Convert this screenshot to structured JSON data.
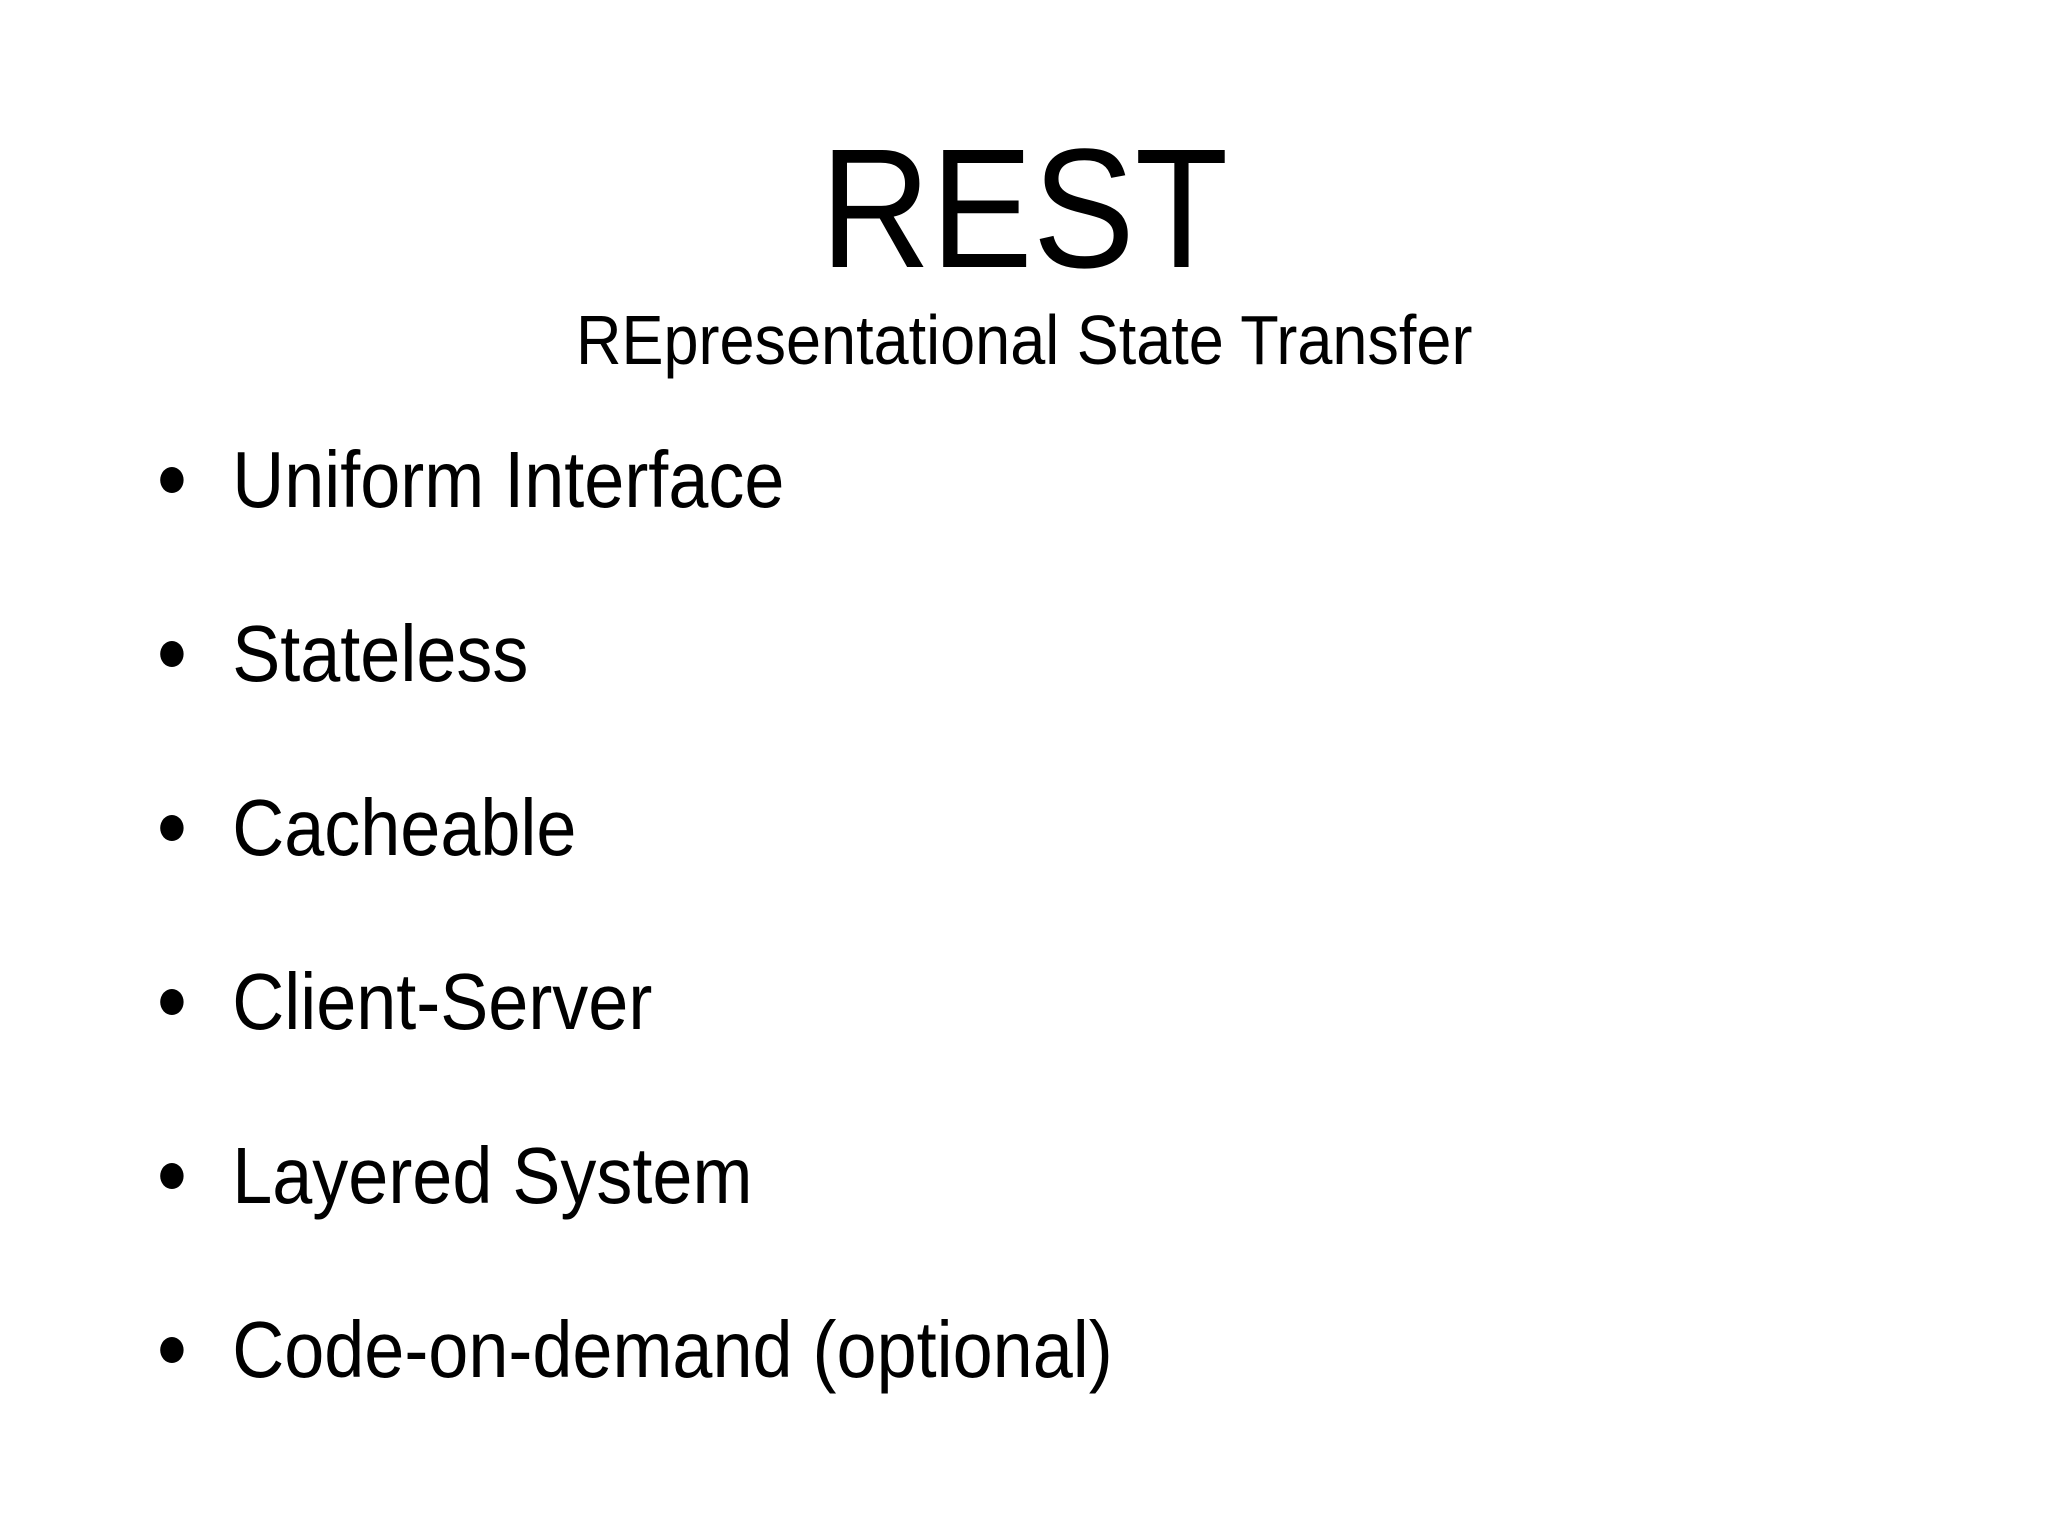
{
  "slide": {
    "title": "REST",
    "subtitle": "REpresentational State Transfer",
    "bullets": [
      {
        "label": "Uniform Interface"
      },
      {
        "label": "Stateless"
      },
      {
        "label": "Cacheable"
      },
      {
        "label": "Client-Server"
      },
      {
        "label": "Layered System"
      },
      {
        "label": "Code-on-demand (optional)"
      }
    ],
    "colors": {
      "background": "#ffffff",
      "text": "#000000"
    }
  }
}
